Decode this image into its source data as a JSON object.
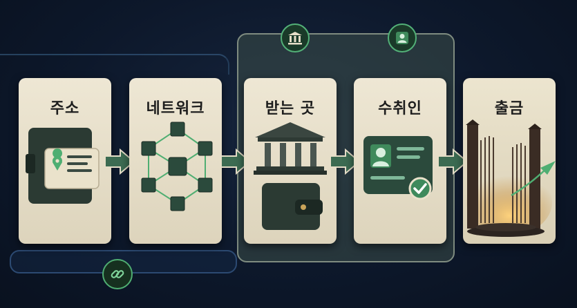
{
  "steps": [
    {
      "label": "주소",
      "icon": "wallet-address-icon"
    },
    {
      "label": "네트워크",
      "icon": "network-cubes-icon"
    },
    {
      "label": "받는 곳",
      "icon": "bank-wallet-icon"
    },
    {
      "label": "수취인",
      "icon": "id-card-check-icon"
    },
    {
      "label": "출금",
      "icon": "gate-exit-icon"
    }
  ],
  "group_icons": [
    "bank-icon",
    "user-icon"
  ],
  "link_icon": "link-icon",
  "colors": {
    "background": "#0d182b",
    "card": "#e6dec8",
    "accent_green": "#4fae72",
    "dark_green": "#1f3b33",
    "group_panel": "#3c4e48"
  }
}
